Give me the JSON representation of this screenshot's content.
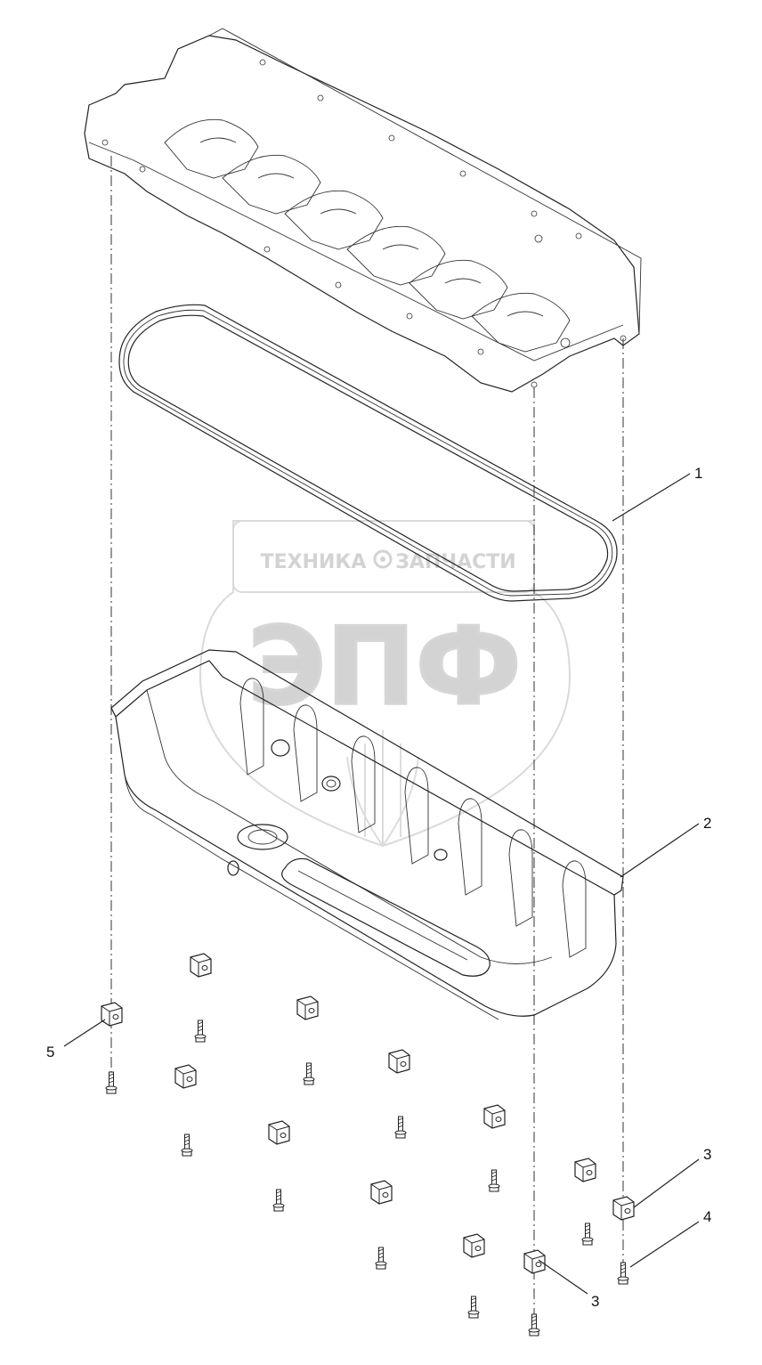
{
  "watermark": {
    "left_text": "ТЕХНИКА",
    "right_text": "ЗАПЧАСТИ",
    "logo_text": "ЭПФ"
  },
  "callouts": [
    {
      "id": "c1",
      "label": "1"
    },
    {
      "id": "c2",
      "label": "2"
    },
    {
      "id": "c3a",
      "label": "3"
    },
    {
      "id": "c4",
      "label": "4"
    },
    {
      "id": "c3b",
      "label": "3"
    },
    {
      "id": "c5",
      "label": "5"
    }
  ]
}
